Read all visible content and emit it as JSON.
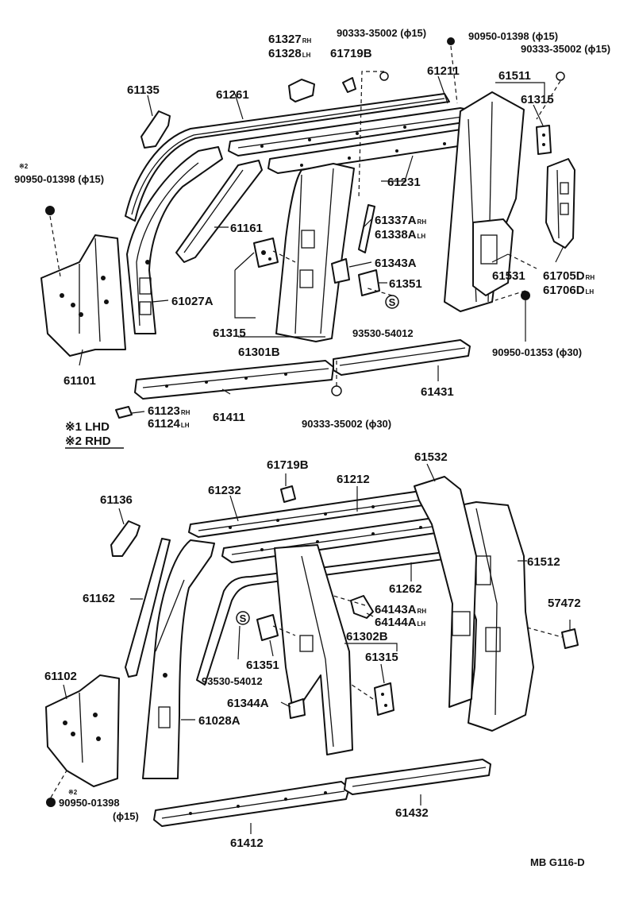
{
  "labels": {
    "p61327": "61327",
    "p61328": "61328",
    "p61719b_top": "61719B",
    "clip1": "90333-35002 (ϕ15)",
    "clip2": "90950-01398 (ϕ15)",
    "clip3": "90333-35002 (ϕ15)",
    "p61135": "61135",
    "p61261": "61261",
    "p61211": "61211",
    "p61511": "61511",
    "p61315_top": "61315",
    "star2_top": "※2",
    "clip_left": "90950-01398 (ϕ15)",
    "p61231": "61231",
    "p61161": "61161",
    "p61337a": "61337A",
    "p61338a": "61338A",
    "p61343a": "61343A",
    "p61705d": "61705D",
    "p61706d": "61706D",
    "p61531": "61531",
    "p61351_top": "61351",
    "p61027a": "61027A",
    "p61315_mid": "61315",
    "bolt_top": "93530-54012",
    "p61301b": "61301B",
    "clip_right": "90950-01353 (ϕ30)",
    "p61101": "61101",
    "p61431": "61431",
    "p61123": "61123",
    "p61124": "61124",
    "p61411": "61411",
    "clip_bottom": "90333-35002 (ϕ30)",
    "p61719b_low": "61719B",
    "p61532": "61532",
    "p61232": "61232",
    "p61212": "61212",
    "p61136": "61136",
    "p61512": "61512",
    "p61262": "61262",
    "p61162": "61162",
    "p64143a": "64143A",
    "p64144a": "64144A",
    "p57472": "57472",
    "p61302b": "61302B",
    "p61102": "61102",
    "p61351_low": "61351",
    "p61315_low": "61315",
    "bolt_low": "93530-54012",
    "p61344a": "61344A",
    "p61028a": "61028A",
    "star2_low": "※2",
    "clip_low_left": "90950-01398",
    "clip_low_left_size": "(ϕ15)",
    "p61432": "61432",
    "p61412": "61412",
    "drawing_code": "MB G116-D"
  },
  "suffix": {
    "rh": "RH",
    "lh": "LH"
  },
  "legend": {
    "lhd": "※1 LHD",
    "rhd": "※2 RHD"
  },
  "symbol_s": "S"
}
